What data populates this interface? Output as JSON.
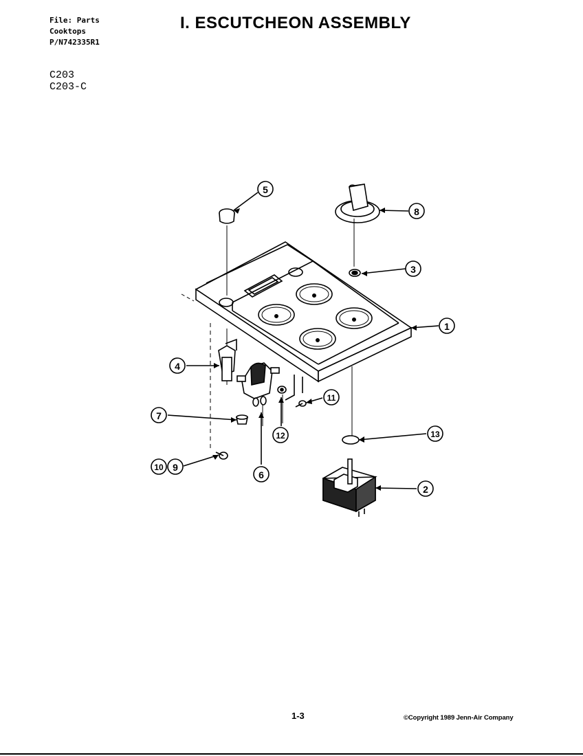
{
  "header": {
    "file_line": "File: Parts",
    "category_line": "Cooktops",
    "part_number_line": "P/N742335R1",
    "models": [
      "C203",
      "C203-C"
    ]
  },
  "title": "I. ESCUTCHEON ASSEMBLY",
  "callouts": [
    {
      "id": "callout-1",
      "label": "1"
    },
    {
      "id": "callout-2",
      "label": "2"
    },
    {
      "id": "callout-3",
      "label": "3"
    },
    {
      "id": "callout-4",
      "label": "4"
    },
    {
      "id": "callout-5",
      "label": "5"
    },
    {
      "id": "callout-6",
      "label": "6"
    },
    {
      "id": "callout-7",
      "label": "7"
    },
    {
      "id": "callout-8",
      "label": "8"
    },
    {
      "id": "callout-9",
      "label": "9"
    },
    {
      "id": "callout-10",
      "label": "10"
    },
    {
      "id": "callout-11",
      "label": "11"
    },
    {
      "id": "callout-12",
      "label": "12"
    },
    {
      "id": "callout-13",
      "label": "13"
    }
  ],
  "footer": {
    "page_number": "1-3",
    "copyright": "©Copyright 1989 Jenn-Air Company"
  }
}
